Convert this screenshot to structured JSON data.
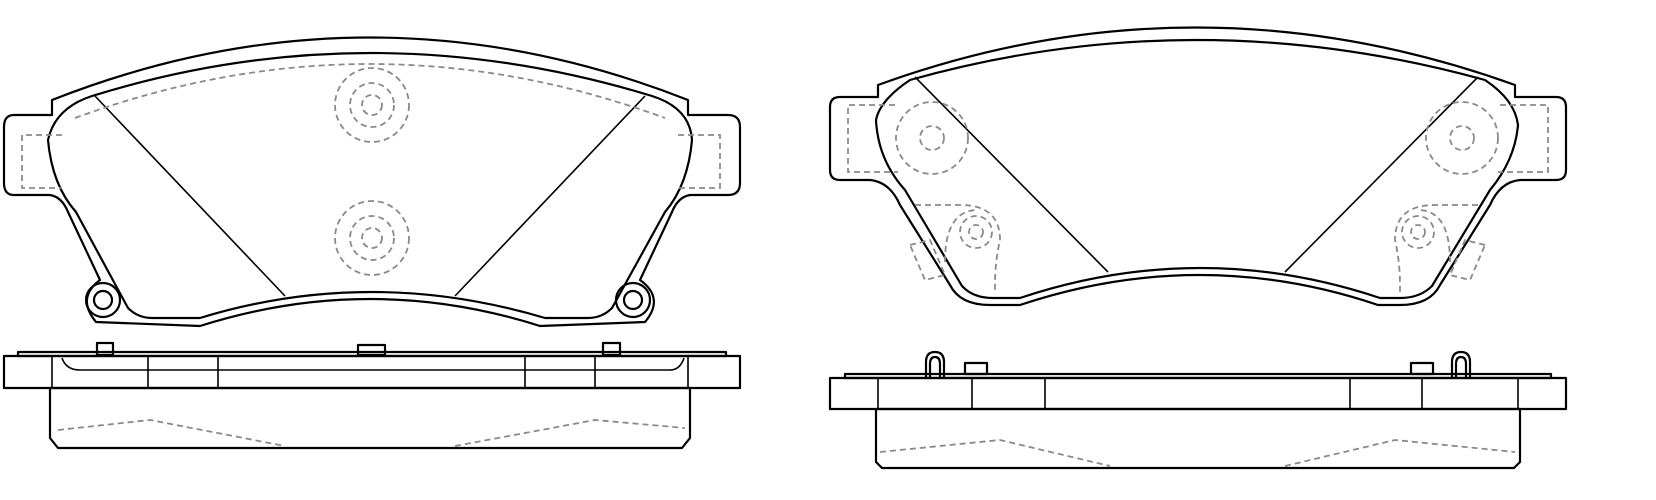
{
  "drawing": {
    "line_color": "#000000",
    "hidden_line_color": "#8a8a8a",
    "background": "#ffffff",
    "views": [
      "left-pad-face",
      "left-pad-side",
      "right-pad-face",
      "right-pad-side"
    ]
  }
}
